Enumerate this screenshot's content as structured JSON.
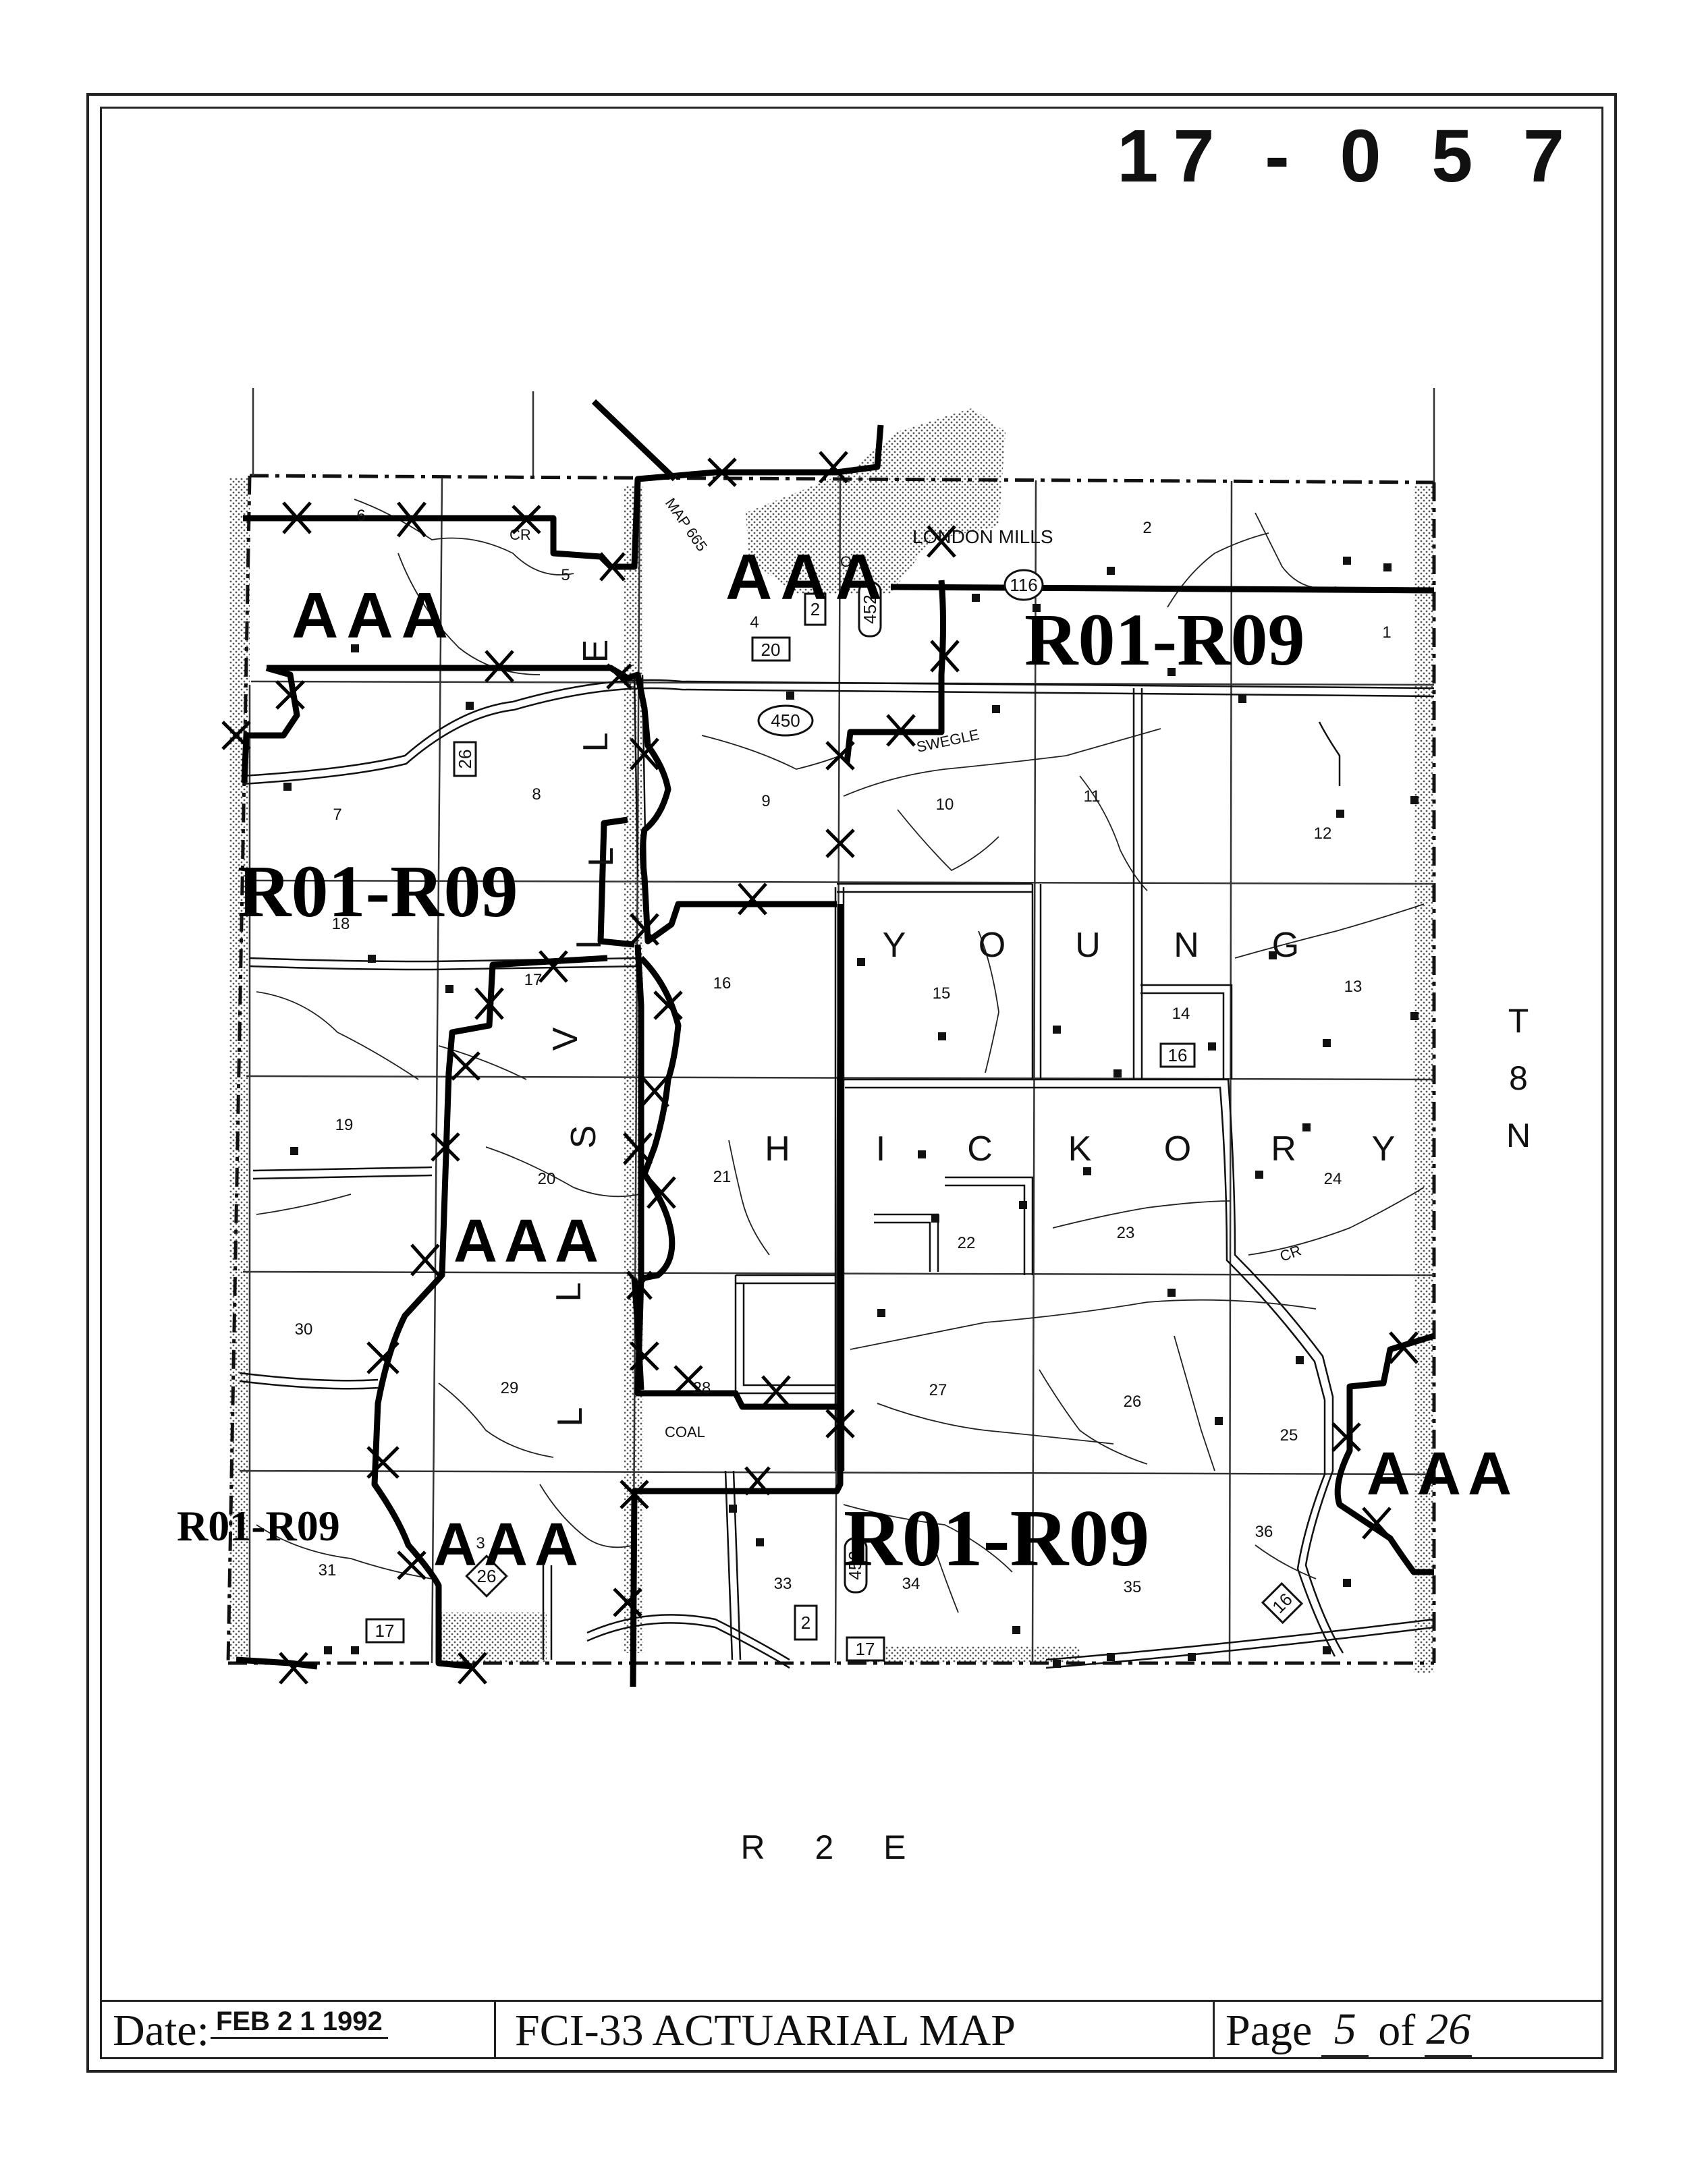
{
  "map_id": "17 - 0 5 7",
  "range_label": "R  2 E",
  "township_label": "T 8 N",
  "township_letters": [
    "T",
    "8",
    "N"
  ],
  "towns": {
    "london_mills": "LONDON MILLS"
  },
  "township_names": {
    "young": [
      "Y",
      "O",
      "U",
      "N",
      "G"
    ],
    "hickory": [
      "H",
      "I",
      "C",
      "K",
      "O",
      "R",
      "Y"
    ],
    "ellisville": [
      "E",
      "L",
      "L",
      "I",
      "V",
      "S",
      "L",
      "L"
    ]
  },
  "rate_zones": [
    "AAA",
    "AAA",
    "R01-R09",
    "R01-R09",
    "AAA",
    "R01-R09",
    "AAA",
    "R01-R09",
    "AAA"
  ],
  "sections": [
    "6",
    "5",
    "4",
    "2",
    "1",
    "7",
    "8",
    "9",
    "10",
    "11",
    "12",
    "18",
    "17",
    "16",
    "15",
    "14",
    "13",
    "19",
    "20",
    "21",
    "22",
    "23",
    "24",
    "30",
    "29",
    "28",
    "27",
    "26",
    "25",
    "31",
    "3",
    "33",
    "34",
    "35",
    "36"
  ],
  "road_shields": [
    "116",
    "2",
    "452",
    "20",
    "450",
    "26",
    "16",
    "26",
    "17",
    "2",
    "17",
    "452",
    "16"
  ],
  "map_annotations": [
    "MAP 665",
    "SWEGLE",
    "COAL",
    "CR",
    "OP",
    "CR"
  ],
  "footer": {
    "date_label": "Date:",
    "date_value": "FEB 2 1 1992",
    "title": "FCI-33 ACTUARIAL MAP",
    "page_label": "Page",
    "page_number": "5",
    "page_of": "of",
    "page_total": "26"
  }
}
